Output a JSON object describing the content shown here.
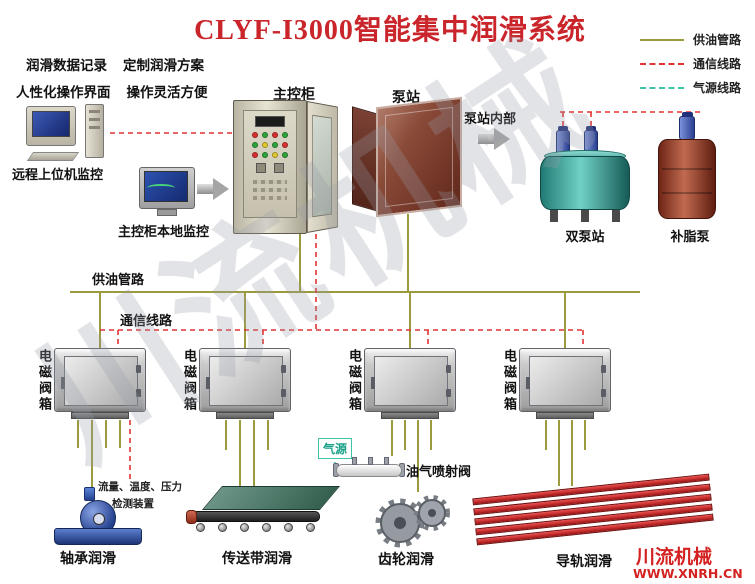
{
  "title": "CLYF-I3000智能集中润滑系统",
  "colors": {
    "title_red": "#c9252b",
    "oil_line": "#9b9b3d",
    "comm_line": "#e23333",
    "air_line": "#3fc4a8"
  },
  "legend": {
    "items": [
      {
        "label": "供油管路",
        "style": "solid",
        "color": "#9b9b3d"
      },
      {
        "label": "通信线路",
        "style": "dashed",
        "color": "#e23333"
      },
      {
        "label": "气源线路",
        "style": "dashed",
        "color": "#3fc4a8"
      }
    ]
  },
  "features": [
    "润滑数据记录",
    "定制润滑方案",
    "人性化操作界面",
    "操作灵活方便"
  ],
  "monitoring": {
    "remote_label": "远程上位机监控",
    "local_label": "主控柜本地监控"
  },
  "stations": {
    "main_cabinet": "主控柜",
    "pump_station": "泵站",
    "pump_interior": "泵站内部",
    "dual_pump": "双泵站",
    "grease_pump": "补脂泵"
  },
  "lines": {
    "oil_label": "供油管路",
    "comm_label": "通信线路"
  },
  "valve_boxes": [
    {
      "label": "电磁阀箱"
    },
    {
      "label": "电磁阀箱"
    },
    {
      "label": "电磁阀箱"
    },
    {
      "label": "电磁阀箱"
    }
  ],
  "terminals": {
    "sensor_line1": "流量、温度、压力",
    "sensor_line2": "检测装置",
    "air_source": "气源",
    "injector": "油气喷射阀",
    "bearing": "轴承润滑",
    "conveyor": "传送带润滑",
    "gear": "齿轮润滑",
    "rail": "导轨润滑"
  },
  "watermark": "川流机械",
  "footer": {
    "brand": "川流机械",
    "site": "WWW.XNRH.CN"
  }
}
